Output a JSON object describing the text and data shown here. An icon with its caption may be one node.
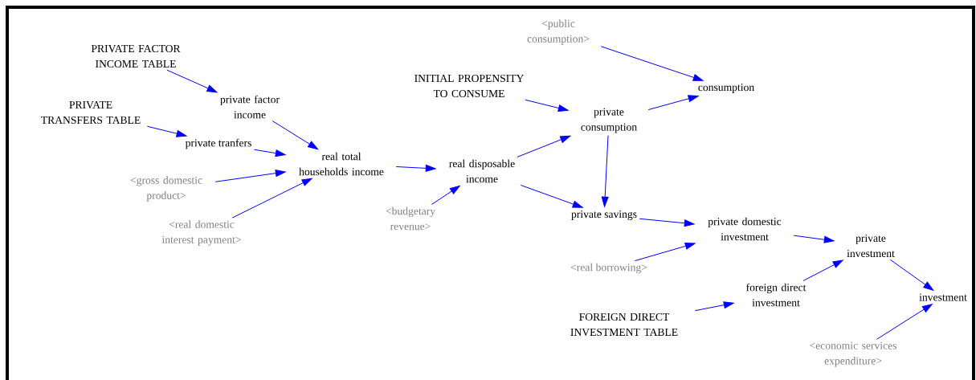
{
  "diagram": {
    "nodes": [
      {
        "text": [
          "PRIVATE FACTOR INCOME TABLE"
        ]
      },
      {
        "text": [
          "PRIVATE TRANSFERS TABLE"
        ]
      },
      {
        "text": [
          "private factor income"
        ]
      },
      {
        "text": [
          "private tranfers"
        ]
      },
      {
        "text": [
          "<gross domestic product>"
        ]
      },
      {
        "text": [
          "<real domestic interest payment>"
        ]
      },
      {
        "text": [
          "real total households income"
        ]
      },
      {
        "text": [
          "<public consumption>"
        ]
      },
      {
        "text": [
          "INITIAL PROPENSITY TO CONSUME"
        ]
      },
      {
        "text": [
          "<budgetary revenue>"
        ]
      },
      {
        "text": [
          "real disposable income"
        ]
      },
      {
        "text": [
          "consumption"
        ]
      },
      {
        "text": [
          "private consumption"
        ]
      },
      {
        "text": [
          "private savings"
        ]
      },
      {
        "text": [
          "private domestic investment"
        ]
      },
      {
        "text": [
          "<real borrowing>"
        ]
      },
      {
        "text": [
          "private investment"
        ]
      },
      {
        "text": [
          "foreign direct investment"
        ]
      },
      {
        "text": [
          "FOREIGN DIRECT INVESTMENT TABLE"
        ]
      },
      {
        "text": [
          "investment"
        ]
      },
      {
        "text": [
          "<economic services expenditure>"
        ]
      }
    ],
    "edges": [
      {
        "from": 0,
        "to": 2,
        "arrow": "to"
      },
      {
        "from": 1,
        "to": 3,
        "arrow": "to"
      },
      {
        "from": 2,
        "to": 6,
        "arrow": "to"
      },
      {
        "from": 3,
        "to": 6,
        "arrow": "to"
      },
      {
        "from": 4,
        "to": 6,
        "arrow": "to"
      },
      {
        "from": 5,
        "to": 6,
        "arrow": "to"
      },
      {
        "from": 6,
        "to": 10,
        "arrow": "to"
      },
      {
        "from": 9,
        "to": 10,
        "arrow": "to"
      },
      {
        "from": 10,
        "to": 12,
        "arrow": "to"
      },
      {
        "from": 10,
        "to": 13,
        "arrow": "to"
      },
      {
        "from": 8,
        "to": 12,
        "arrow": "to"
      },
      {
        "from": 7,
        "to": 11,
        "arrow": "to"
      },
      {
        "from": 12,
        "to": 11,
        "arrow": "to"
      },
      {
        "from": 12,
        "to": 13,
        "arrow": "to"
      },
      {
        "from": 13,
        "to": 14,
        "arrow": "to"
      },
      {
        "from": 15,
        "to": 14,
        "arrow": "to"
      },
      {
        "from": 14,
        "to": 16,
        "arrow": "to"
      },
      {
        "from": 17,
        "to": 16,
        "arrow": "to"
      },
      {
        "from": 18,
        "to": 17,
        "arrow": "to"
      },
      {
        "from": 16,
        "to": 19,
        "arrow": "to"
      },
      {
        "from": 20,
        "to": 19,
        "arrow": "to"
      }
    ]
  }
}
